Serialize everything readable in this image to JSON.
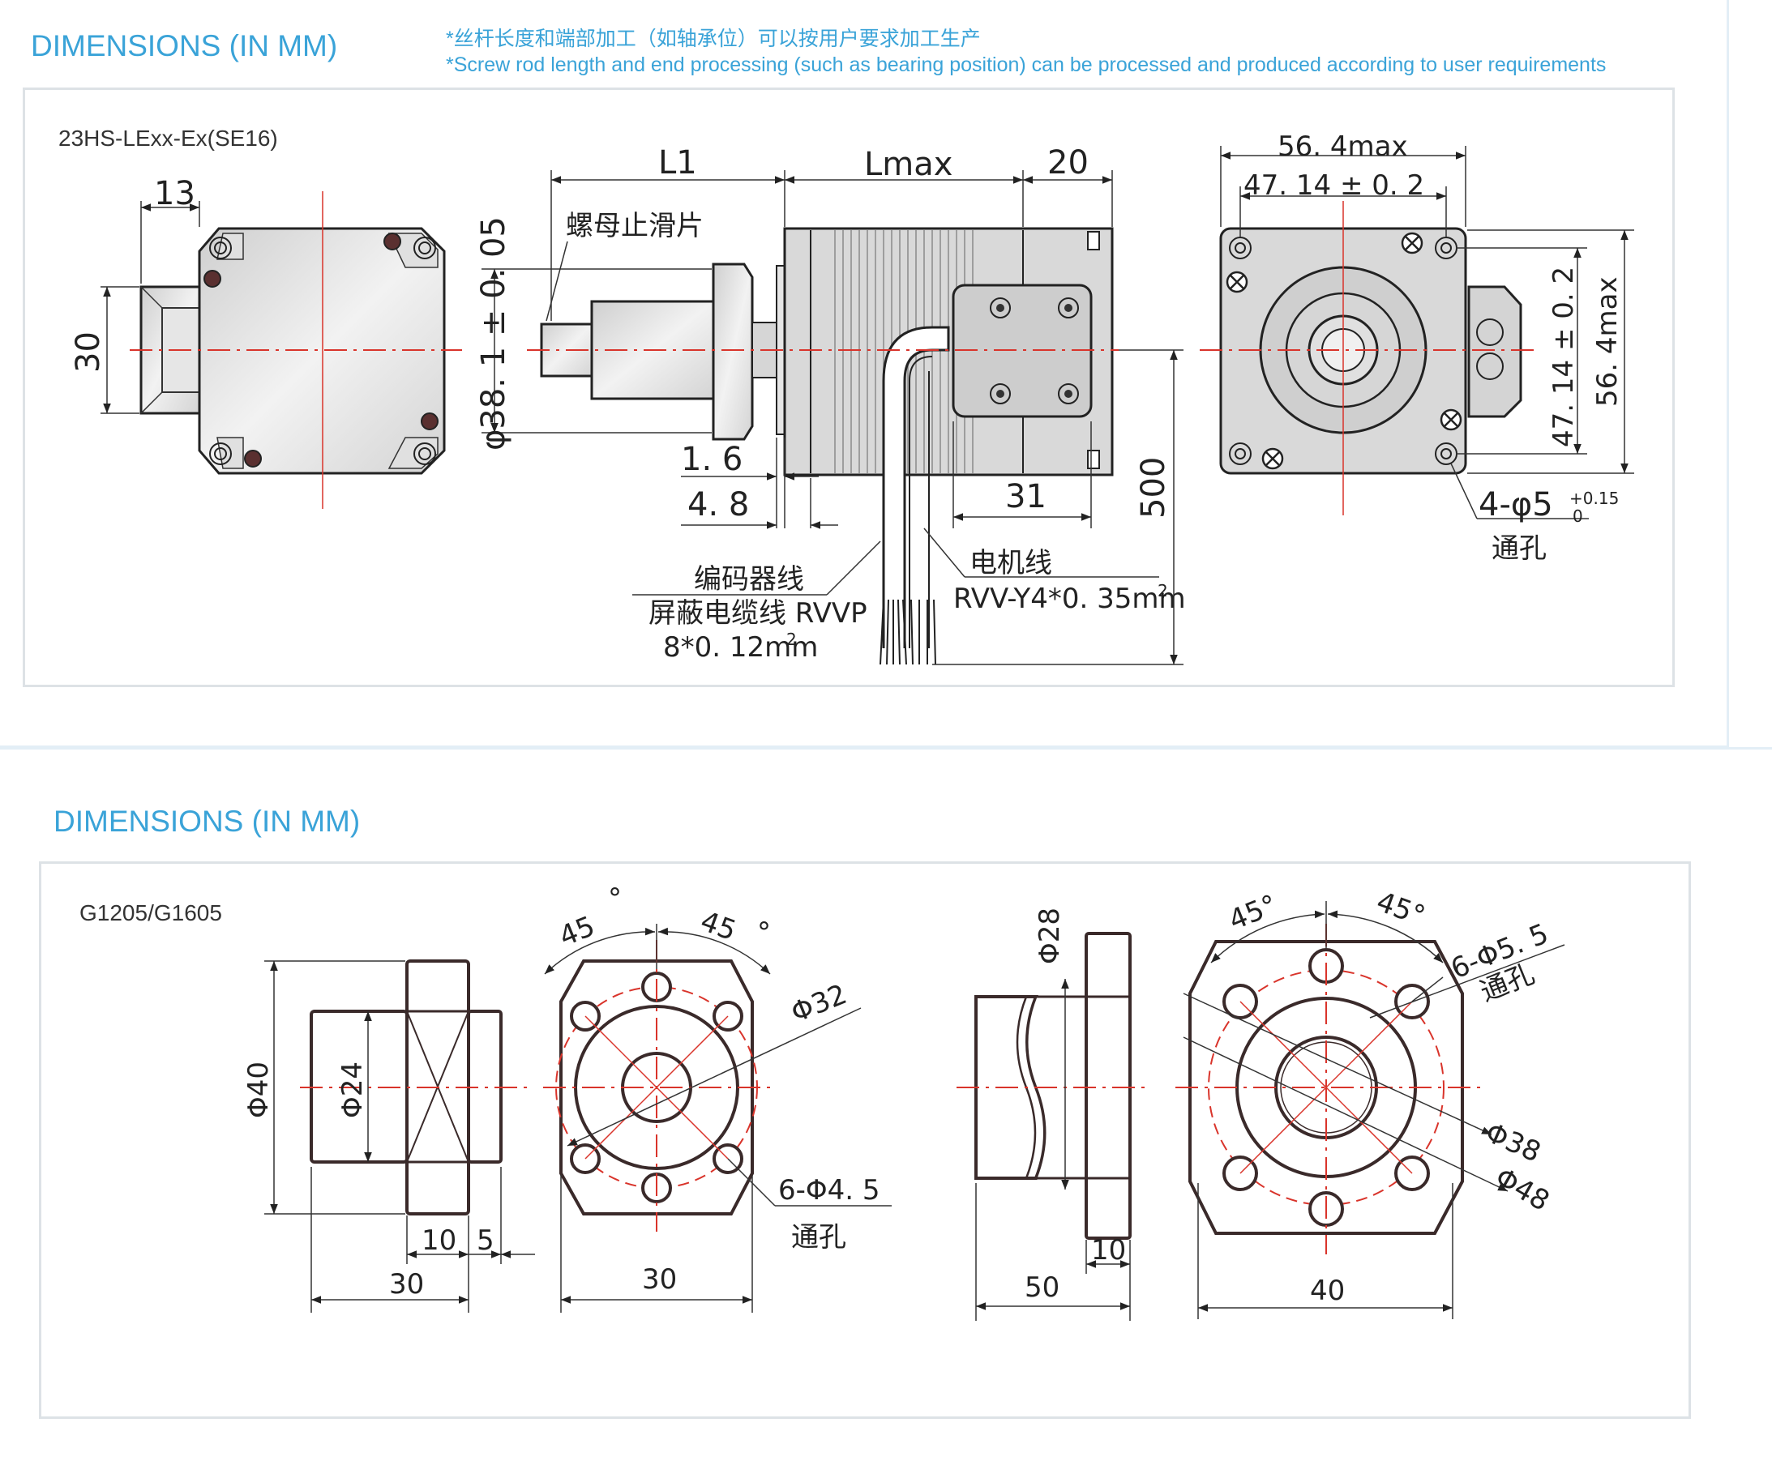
{
  "top_panel": {
    "heading": "DIMENSIONS (IN MM)",
    "note_cn": "*丝杆长度和端部加工（如轴承位）可以按用户要求加工生产",
    "note_en": "*Screw rod length and end processing (such as bearing position) can be processed and produced according to user requirements",
    "model": "23HS-LExx-Ex(SE16)",
    "labels": {
      "d13": "13",
      "d30": "30",
      "nut_plate": "螺母止滑片",
      "dia_shaft": "φ38. 1 ± 0. 05",
      "L1": "L1",
      "Lmax": "Lmax",
      "d20": "20",
      "d16": "1. 6",
      "d48": "4. 8",
      "d31": "31",
      "d500": "500",
      "encoder_1": "编码器线",
      "encoder_2": "屏蔽电缆线 RVVP",
      "encoder_3": "8*0. 12mm",
      "encoder_sup": "2",
      "motor_1": "电机线",
      "motor_2": "RVV-Y4*0. 35mm",
      "motor_sup": "2",
      "w564": "56. 4max",
      "w4714": "47. 14 ± 0. 2",
      "h4714": "47. 14 ± 0. 2",
      "h564": "56. 4max",
      "holes": "4-φ5",
      "tol_up": "+0.15",
      "tol_lo": "0",
      "through": "通孔"
    }
  },
  "bottom_panel": {
    "heading": "DIMENSIONS (IN MM)",
    "model": "G1205/G1605",
    "labels": {
      "d40": "Φ40",
      "d24": "Φ24",
      "d10a": "10",
      "d5": "5",
      "d30a": "30",
      "a45l": "45",
      "a45r": "45",
      "deg": "°",
      "d32": "Φ32",
      "holes45": "6-Φ4. 5",
      "through1": "通孔",
      "d30b": "30",
      "d28": "Φ28",
      "d10b": "10",
      "d50": "50",
      "a45l2": "45°",
      "a45r2": "45°",
      "holes55": "6-Φ5. 5",
      "through2": "通孔",
      "d38": "Φ38",
      "d48b": "Φ48",
      "d40b": "40"
    }
  }
}
